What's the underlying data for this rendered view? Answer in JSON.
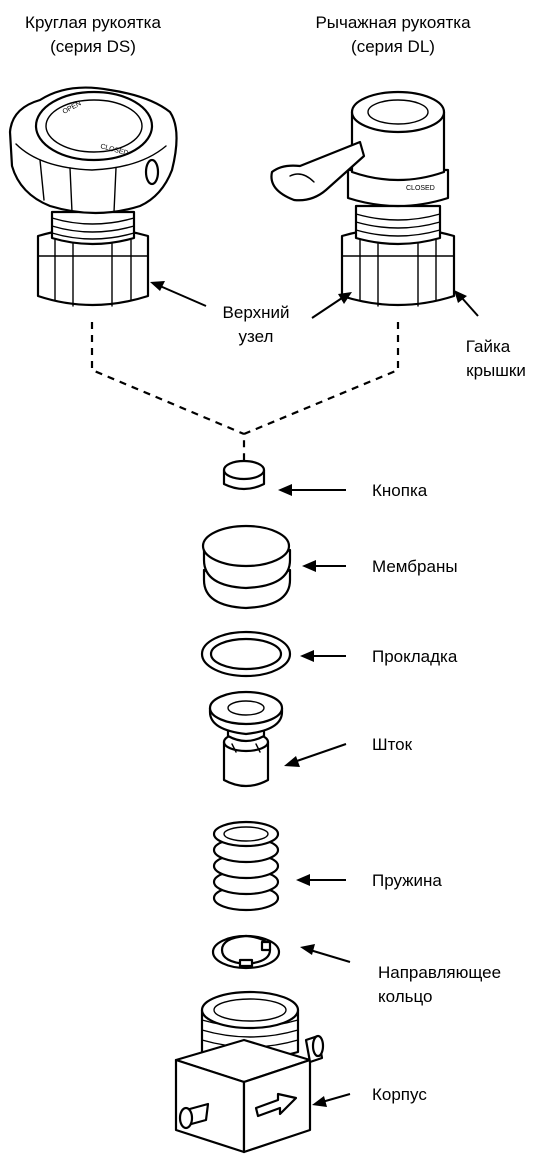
{
  "top_labels": {
    "ds_line1": "Круглая рукоятка",
    "ds_line2": "(серия DS)",
    "dl_line1": "Рычажная рукоятка",
    "dl_line2": "(серия DL)"
  },
  "knob_marks": {
    "open": "OPEN",
    "closed": "CLOSED"
  },
  "callouts": {
    "upper_assembly_1": "Верхний",
    "upper_assembly_2": "узел",
    "bonnet_nut_1": "Гайка",
    "bonnet_nut_2": "крышки",
    "button": "Кнопка",
    "diaphragms": "Мембраны",
    "gasket": "Прокладка",
    "stem": "Шток",
    "spring": "Пружина",
    "guide_ring_1": "Направляющее",
    "guide_ring_2": "кольцо",
    "body": "Корпус"
  }
}
